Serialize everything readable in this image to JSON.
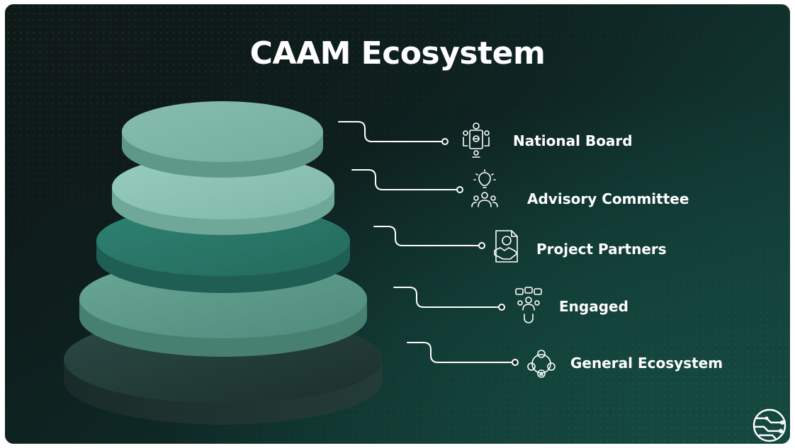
{
  "title": "CAAM Ecosystem",
  "tiers": [
    {
      "label": "National Board",
      "icon": "board-meeting-icon"
    },
    {
      "label": "Advisory Committee",
      "icon": "idea-group-icon"
    },
    {
      "label": "Project Partners",
      "icon": "handshake-document-icon"
    },
    {
      "label": "Engaged",
      "icon": "engaged-people-icon"
    },
    {
      "label": "General Ecosystem",
      "icon": "network-people-icon"
    }
  ],
  "colors": {
    "background": "#0f2a27",
    "tier_tops": [
      "#7fb8a8",
      "#8cc3b3",
      "#2c7a6b",
      "#5e9c8d",
      "#22403c"
    ],
    "line": "#ffffff"
  },
  "logo_icon": "circuit-globe-logo"
}
